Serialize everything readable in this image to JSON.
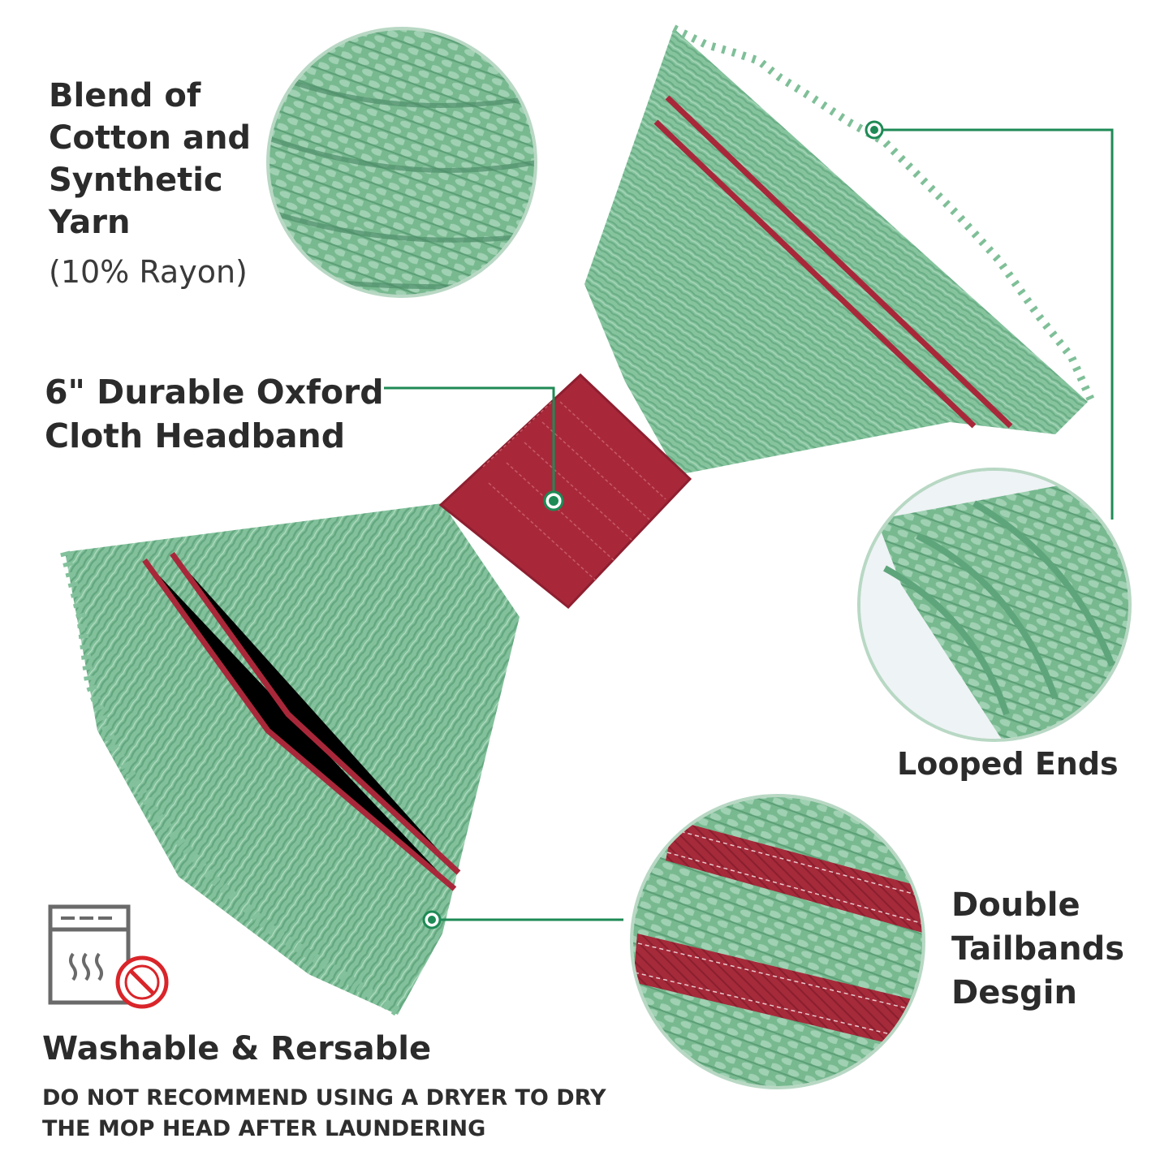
{
  "features": {
    "yarn": {
      "title": "Blend of\nCotton and\nSynthetic\nYarn",
      "note": "(10% Rayon)"
    },
    "headband": {
      "title": "6\" Durable Oxford\nCloth Headband"
    },
    "looped": {
      "title": "Looped Ends"
    },
    "tailbands": {
      "title": "Double\nTailbands\nDesgin"
    },
    "washable": {
      "title": "Washable & Rersable",
      "note": "DO NOT RECOMMEND USING A DRYER TO DRY\nTHE MOP HEAD AFTER LAUNDERING"
    }
  },
  "icons": {
    "dryer": "dryer-icon",
    "prohibited": "prohibited-icon"
  },
  "colors": {
    "yarn_green": "#7fbf98",
    "yarn_dark": "#5fa57c",
    "band_red": "#a8283a",
    "callout_green": "#1e8a55",
    "circle_border": "#b8d8c4",
    "text": "#2b2b2b",
    "prohibit_red": "#d9252a"
  }
}
